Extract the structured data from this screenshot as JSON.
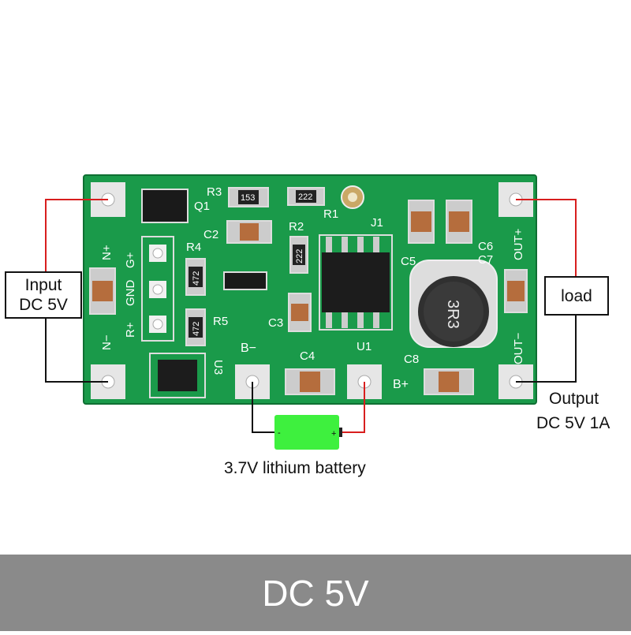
{
  "colors": {
    "pcb": "#1a9a4a",
    "pcb_dark": "#117a37",
    "pad": "#e6e6e6",
    "wire_red": "#d81e1e",
    "wire_black": "#111111",
    "battery": "#3ef03e",
    "footer_bg": "#8a8a8a",
    "footer_text": "#ffffff"
  },
  "labels": {
    "input_line1": "Input",
    "input_line2": "DC 5V",
    "load": "load",
    "output_line1": "Output",
    "output_line2": "DC 5V 1A",
    "battery": "3.7V lithium battery",
    "footer": "DC 5V",
    "battery_minus": "-",
    "battery_plus": "+"
  },
  "silkscreen": {
    "r3": "R3",
    "q1": "Q1",
    "r1": "R1",
    "j1": "J1",
    "r2": "R2",
    "c2": "C2",
    "r4": "R4",
    "r5": "R5",
    "c3": "C3",
    "c5": "C5",
    "c6": "C6",
    "c7": "C7",
    "c8": "C8",
    "c4": "C4",
    "u1": "U1",
    "u3": "U3",
    "b_minus": "B−",
    "b_plus": "B+",
    "n_plus": "N+",
    "n_minus": "N−",
    "g_plus": "G+",
    "gnd": "GND",
    "r_plus": "R+",
    "out_plus": "OUT+",
    "out_minus": "OUT−"
  },
  "component_marks": {
    "res_153": "153",
    "res_222_top": "222",
    "res_222_mid": "222",
    "res_472_top": "472",
    "res_472_bot": "472",
    "inductor": "3R3"
  }
}
